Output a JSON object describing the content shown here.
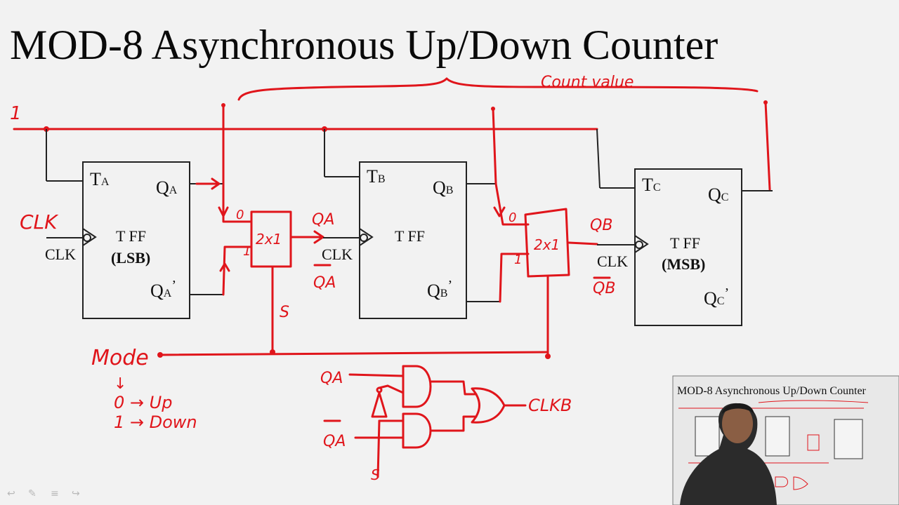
{
  "title": "MOD-8 Asynchronous Up/Down Counter",
  "annotations": {
    "count_value": "Count value",
    "one": "1",
    "clk_hand": "CLK",
    "mode": "Mode",
    "mode_arrow": "↓",
    "mode_up": "0 → Up",
    "mode_down": "1 → Down",
    "s": "S",
    "s_gate": "S",
    "qa_mux_out": "QA",
    "qa_bar_mux_out": "QA",
    "qb_mux_out": "QB",
    "qb_bar_mux_out": "QB",
    "mux_label": "2x1",
    "mux_in0": "0",
    "mux_in1": "1",
    "gate_qa": "QA",
    "gate_qa_bar": "QA",
    "clkb": "CLKB"
  },
  "flipflops": [
    {
      "t": "T",
      "t_sub": "A",
      "q": "Q",
      "q_sub": "A",
      "qbar": "Q",
      "qbar_sub": "A",
      "prime": "’",
      "clk": "CLK",
      "name": "T FF",
      "role": "(LSB)"
    },
    {
      "t": "T",
      "t_sub": "B",
      "q": "Q",
      "q_sub": "B",
      "qbar": "Q",
      "qbar_sub": "B",
      "prime": "’",
      "clk": "CLK",
      "name": "T FF",
      "role": ""
    },
    {
      "t": "T",
      "t_sub": "C",
      "q": "Q",
      "q_sub": "C",
      "qbar": "Q",
      "qbar_sub": "C",
      "prime": "’",
      "clk": "CLK",
      "name": "T FF",
      "role": "(MSB)"
    }
  ],
  "inset": {
    "title": "MOD-8 Asynchronous Up/Down Counter"
  },
  "colors": {
    "ink": "#e0151b",
    "background": "#f2f2f2",
    "text": "#0a0a0a"
  }
}
